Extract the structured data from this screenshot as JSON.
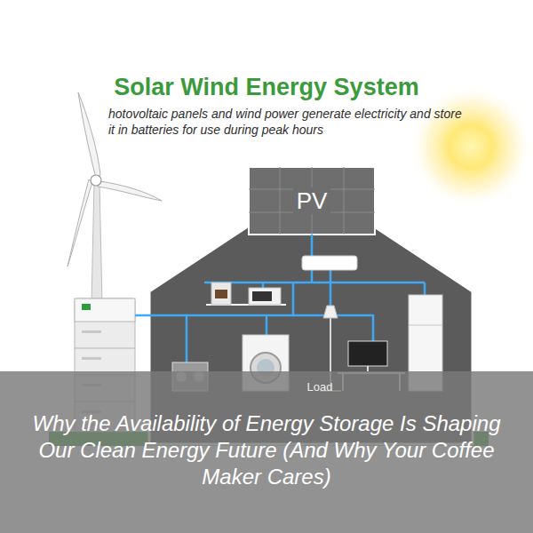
{
  "diagram": {
    "title": "Solar Wind Energy System",
    "caption": "Why the Availability of Energy Storage Is Shaping Our Clean Energy Future (And Why Your Coffee Maker Cares)",
    "nodes": [
      {
        "text": [
          "PV"
        ]
      }
    ],
    "labels": [
      "hotovoltaic panels and wind power generate electricity and store it in batteries for use during peak hours",
      "Load"
    ]
  }
}
